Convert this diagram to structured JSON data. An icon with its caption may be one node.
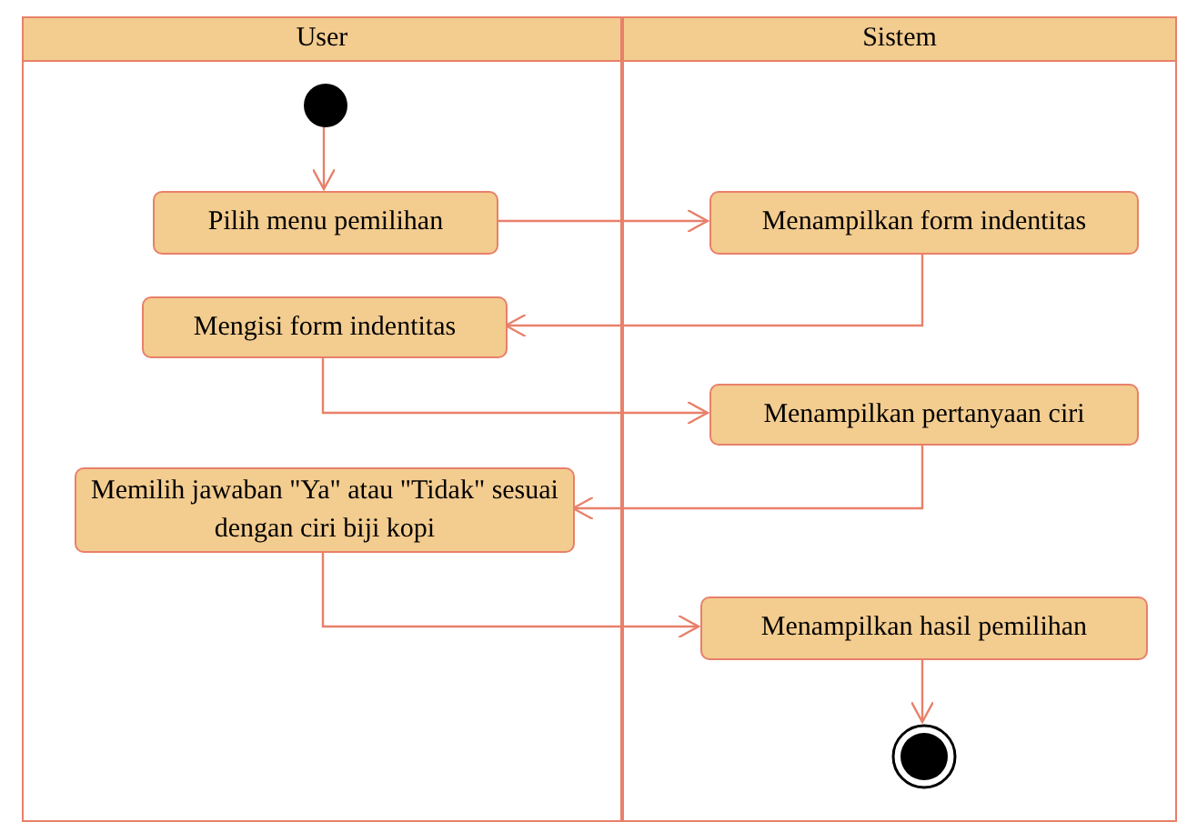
{
  "diagram": {
    "nodes": [
      {
        "text": [
          "User"
        ]
      },
      {
        "text": [
          "Sistem"
        ]
      },
      {
        "text": [],
        "shape": "circle",
        "in": 0
      },
      {
        "text": [
          "Pilih menu pemilihan"
        ],
        "in": 0
      },
      {
        "text": [
          "Menampilkan form indentitas"
        ],
        "in": 1
      },
      {
        "text": [
          "Mengisi form indentitas"
        ],
        "in": 0
      },
      {
        "text": [
          "Menampilkan pertanyaan ciri"
        ],
        "in": 1
      },
      {
        "text": [
          "Memilih jawaban \"Ya\" atau \"Tidak\" sesuai dengan ciri biji kopi"
        ],
        "in": 0
      },
      {
        "text": [
          "Menampilkan hasil pemilihan"
        ],
        "in": 1
      },
      {
        "text": [],
        "shape": "circle",
        "in": 1
      }
    ],
    "edges": [
      {
        "from": 2,
        "to": 3,
        "arrow": "to"
      },
      {
        "from": 3,
        "to": 4,
        "arrow": "to"
      },
      {
        "from": 4,
        "to": 5,
        "arrow": "to"
      },
      {
        "from": 5,
        "to": 6,
        "arrow": "to"
      },
      {
        "from": 6,
        "to": 7,
        "arrow": "to"
      },
      {
        "from": 7,
        "to": 8,
        "arrow": "to"
      },
      {
        "from": 8,
        "to": 9,
        "arrow": "to"
      }
    ]
  }
}
